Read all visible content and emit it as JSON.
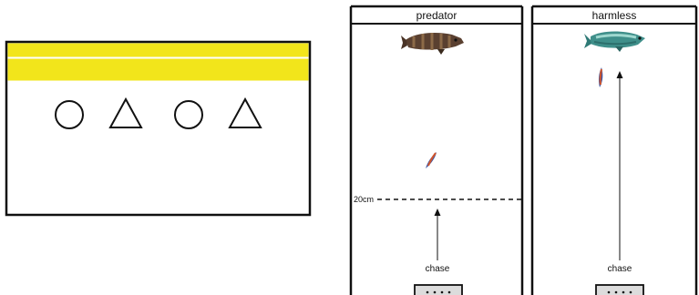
{
  "left_panel": {
    "stimuli": [
      "circle",
      "triangle",
      "circle",
      "triangle"
    ],
    "stripe_color": "#f2e51b"
  },
  "panels": [
    {
      "title": "predator",
      "fish_icon": "grouper-fish-icon",
      "chase_label": "chase",
      "distance_label": "20cm"
    },
    {
      "title": "harmless",
      "fish_icon": "green-wrasse-fish-icon",
      "chase_label": "chase"
    }
  ],
  "colors": {
    "stroke": "#111111",
    "yellow": "#f2e51b",
    "start_box": "#dcdcdc"
  }
}
